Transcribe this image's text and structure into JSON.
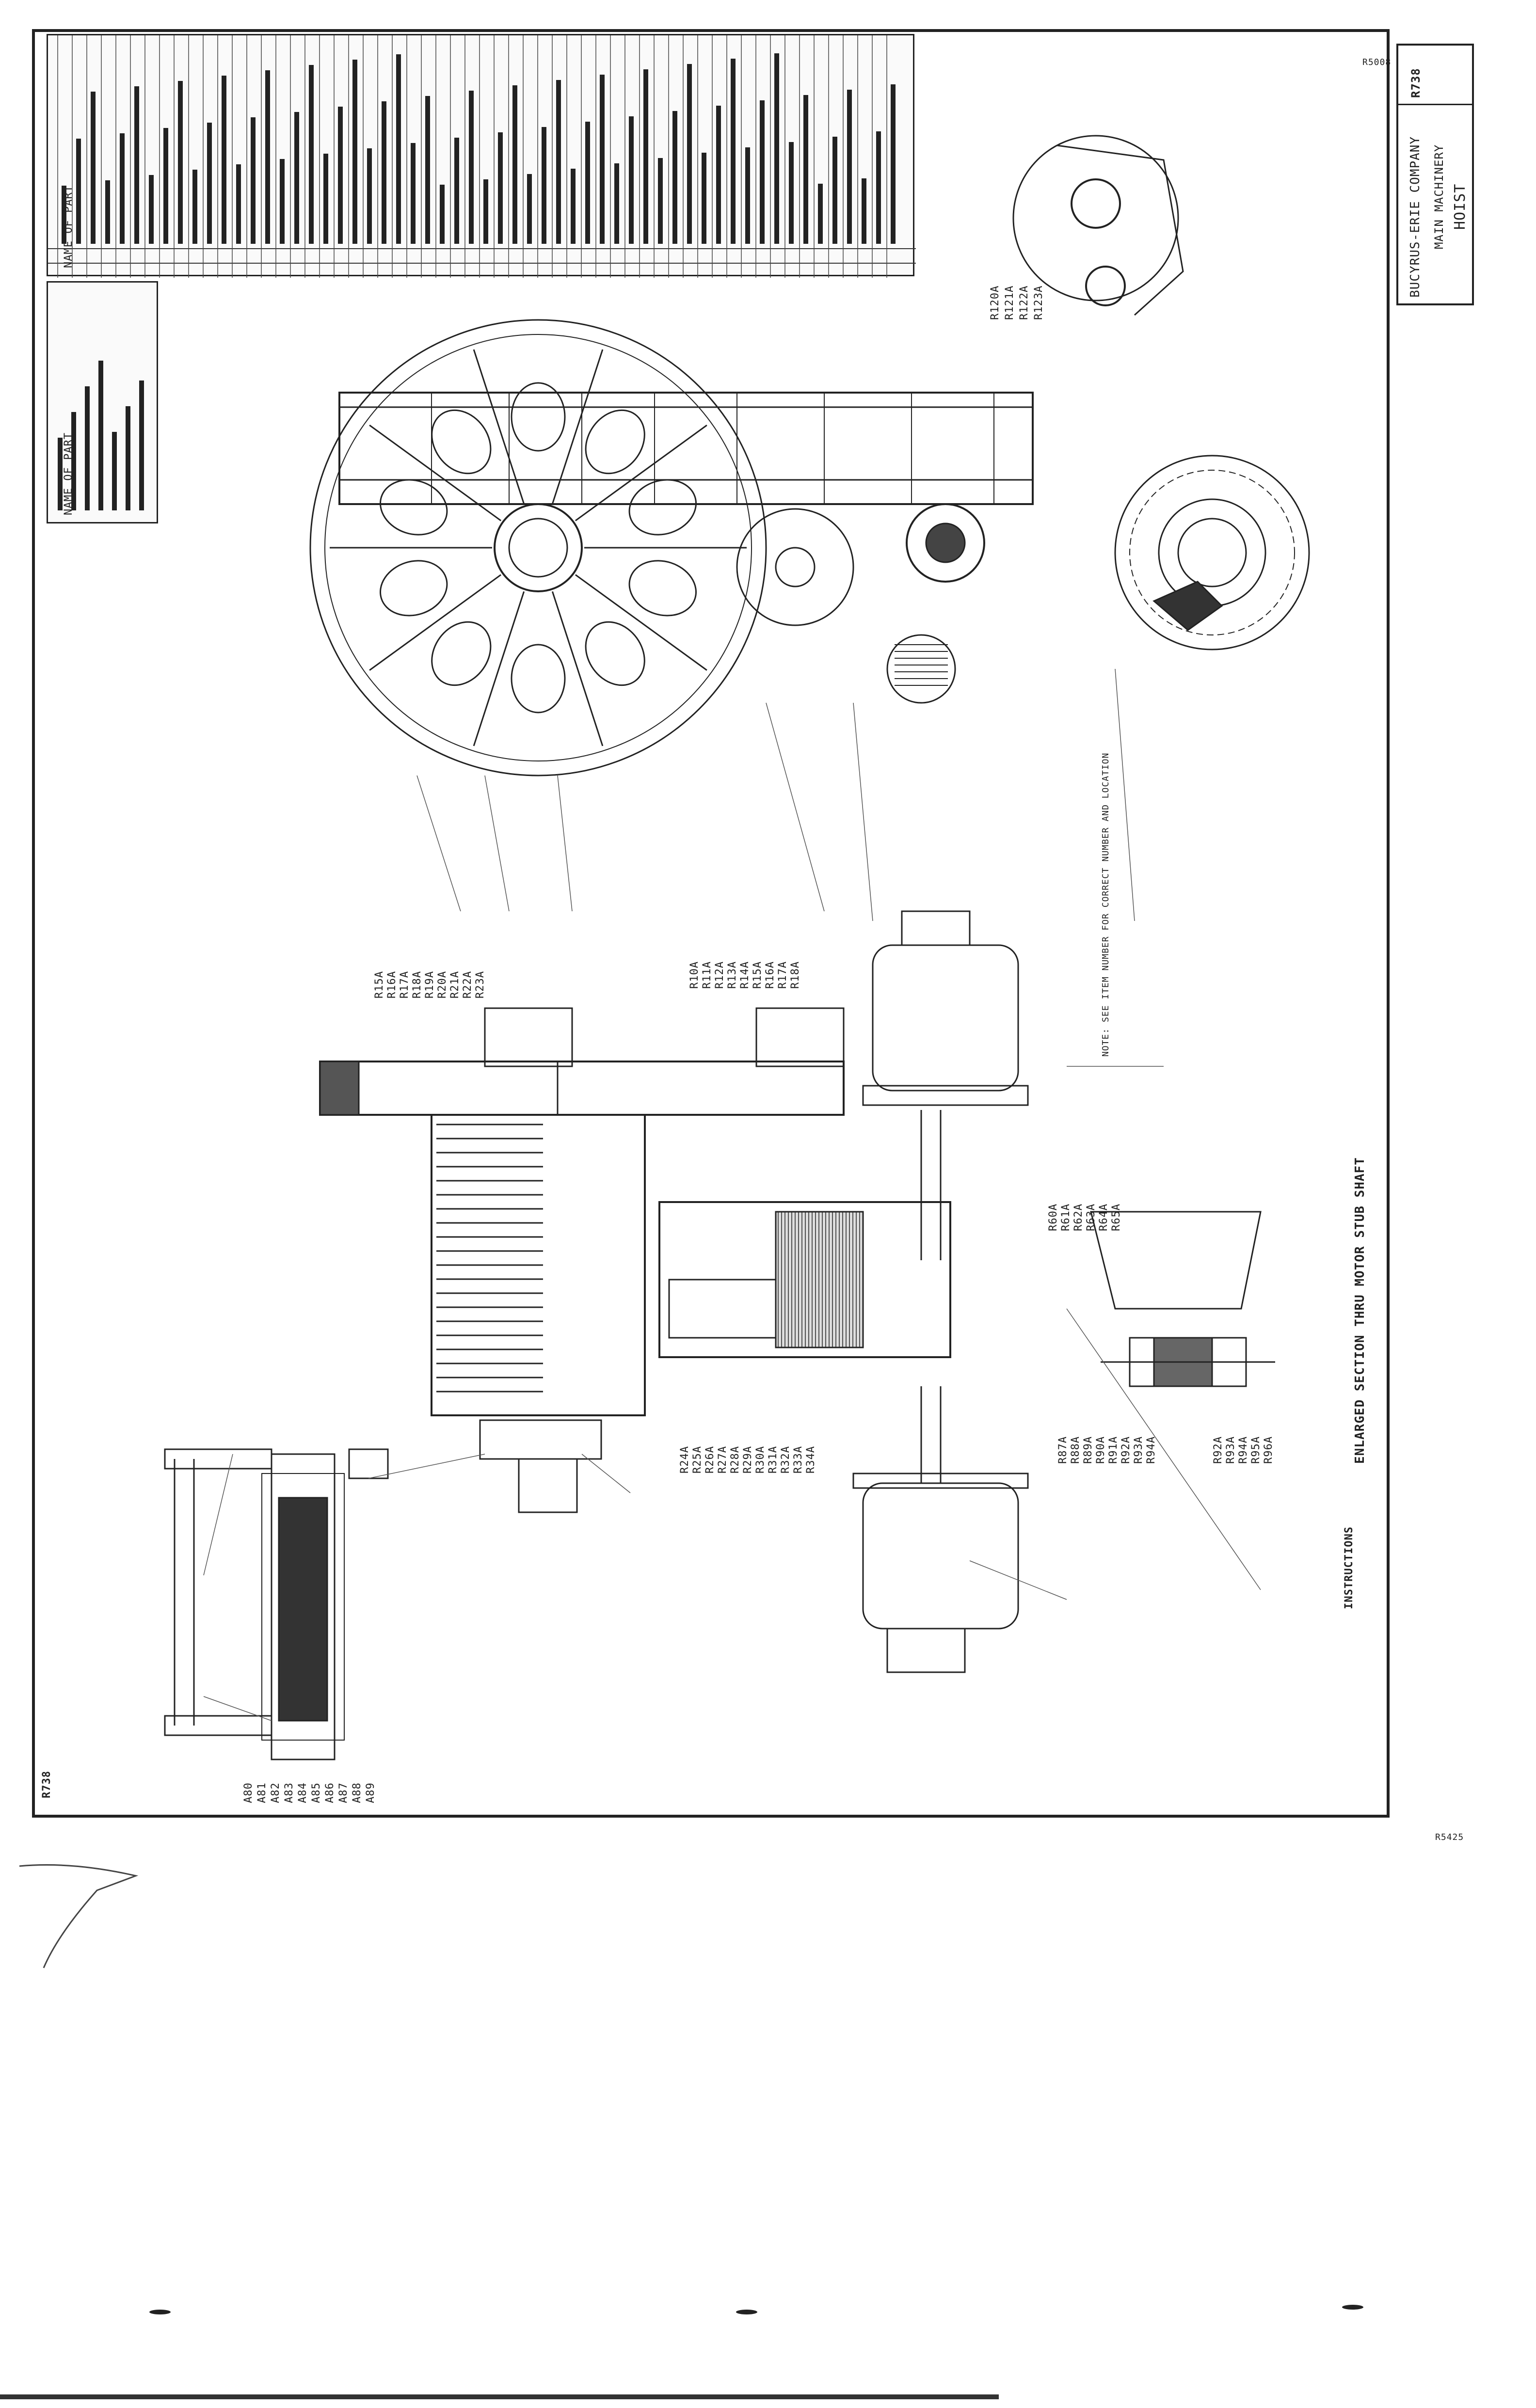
{
  "sheet": {
    "code_top_right": "R738",
    "code_bottom_left": "R738",
    "doc_number_small": "R5008",
    "page_stamp": "R5425"
  },
  "title_block": {
    "company": "BUCYRUS-ERIE COMPANY",
    "section": "MAIN MACHINERY",
    "subject": "HOIST",
    "sheet_code": "R738"
  },
  "parts_table": {
    "header": "NAME OF PART"
  },
  "mini_table": {
    "header": "NAME OF PART"
  },
  "views": {
    "enlarged_section_caption": "ENLARGED SECTION THRU MOTOR STUB SHAFT",
    "note_caption": "INSTRUCTIONS",
    "motor_note": "NOTE: SEE ITEM NUMBER FOR CORRECT NUMBER AND LOCATION"
  },
  "callouts": {
    "drum_side": [
      "R15A",
      "R16A",
      "R17A",
      "R18A",
      "R19A",
      "R20A",
      "R21A",
      "R22A",
      "R23A"
    ],
    "top_cross": [
      "R10A",
      "R11A",
      "R12A",
      "R13A",
      "R14A",
      "R15A",
      "R16A",
      "R17A",
      "R18A"
    ],
    "center": [
      "R24A",
      "R25A",
      "R26A",
      "R27A",
      "R28A",
      "R29A",
      "R30A",
      "R31A",
      "R32A",
      "R33A",
      "R34A"
    ],
    "motor_right": [
      "R60A",
      "R61A",
      "R62A",
      "R63A",
      "R64A",
      "R65A"
    ],
    "bottom_assembly": [
      "A80",
      "A81",
      "A82",
      "A83",
      "A84",
      "A85",
      "A86",
      "A87",
      "A88",
      "A89"
    ],
    "lower_group": [
      "R87A",
      "R88A",
      "R89A",
      "R90A",
      "R91A",
      "R92A",
      "R93A",
      "R94A"
    ],
    "gear_detail": [
      "R92A",
      "R93A",
      "R94A",
      "R95A",
      "R96A"
    ],
    "small_wheel": [
      "R120A",
      "R121A",
      "R122A",
      "R123A"
    ]
  }
}
